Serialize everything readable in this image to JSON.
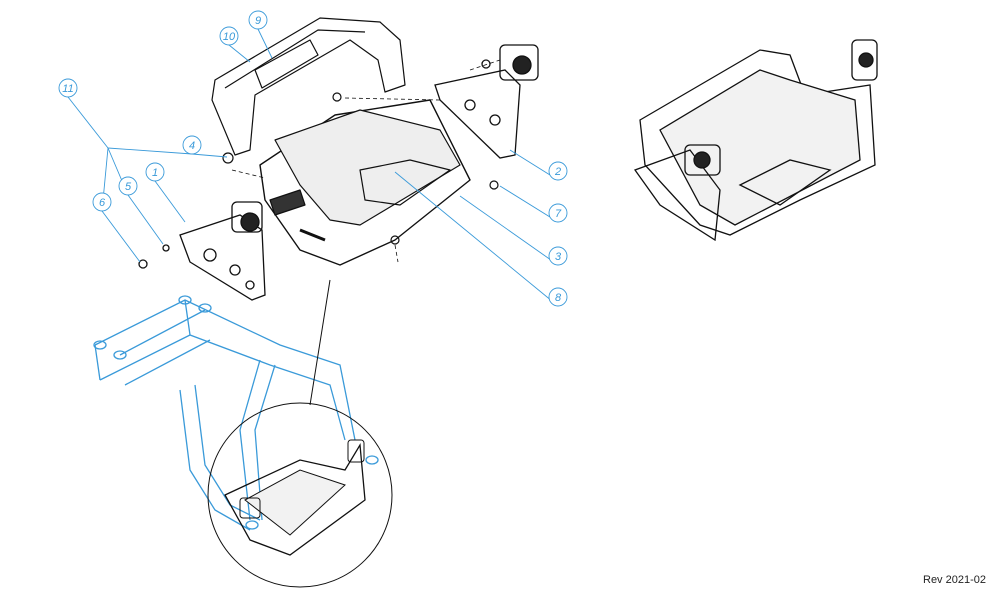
{
  "revision": "Rev 2021-02",
  "colors": {
    "callout": "#3a9ad9",
    "outline": "#111111",
    "frame": "#3a9ad9"
  },
  "callouts": [
    "11",
    "10",
    "9",
    "4",
    "1",
    "5",
    "6",
    "2",
    "7",
    "3",
    "8"
  ]
}
